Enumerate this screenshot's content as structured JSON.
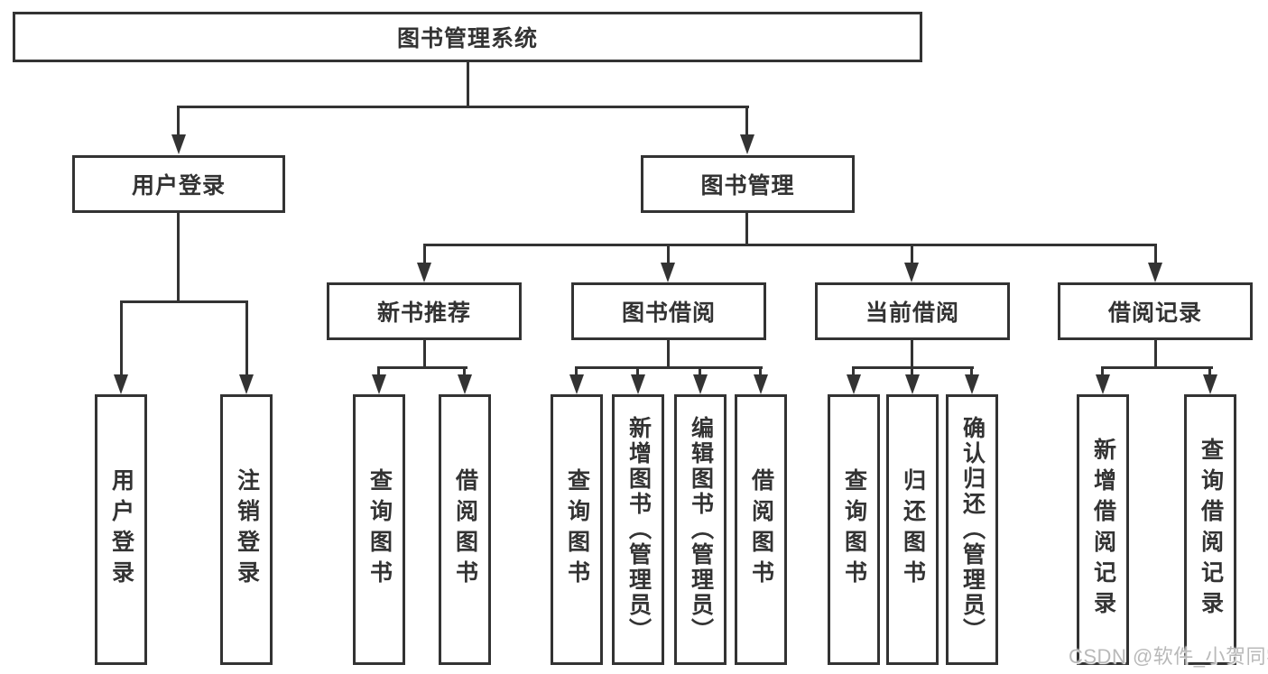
{
  "diagram": {
    "title": "图书管理系统",
    "branches": [
      {
        "label": "用户登录",
        "children": [
          {
            "label": "用户登录"
          },
          {
            "label": "注销登录"
          }
        ]
      },
      {
        "label": "图书管理",
        "children": [
          {
            "label": "新书推荐",
            "children": [
              {
                "label": "查询图书"
              },
              {
                "label": "借阅图书"
              }
            ]
          },
          {
            "label": "图书借阅",
            "children": [
              {
                "label": "查询图书"
              },
              {
                "label": "新增图书（管理员）"
              },
              {
                "label": "编辑图书（管理员）"
              },
              {
                "label": "借阅图书"
              }
            ]
          },
          {
            "label": "当前借阅",
            "children": [
              {
                "label": "查询图书"
              },
              {
                "label": "归还图书"
              },
              {
                "label": "确认归还（管理员）"
              }
            ]
          },
          {
            "label": "借阅记录",
            "children": [
              {
                "label": "新增借阅记录"
              },
              {
                "label": "查询借阅记录"
              }
            ]
          }
        ]
      }
    ]
  },
  "watermark": {
    "text": "CSDN @软件_小贺同学"
  },
  "colors": {
    "line": "#333333",
    "text": "#333333",
    "background": "#ffffff",
    "watermark": "#b9b9b9"
  }
}
